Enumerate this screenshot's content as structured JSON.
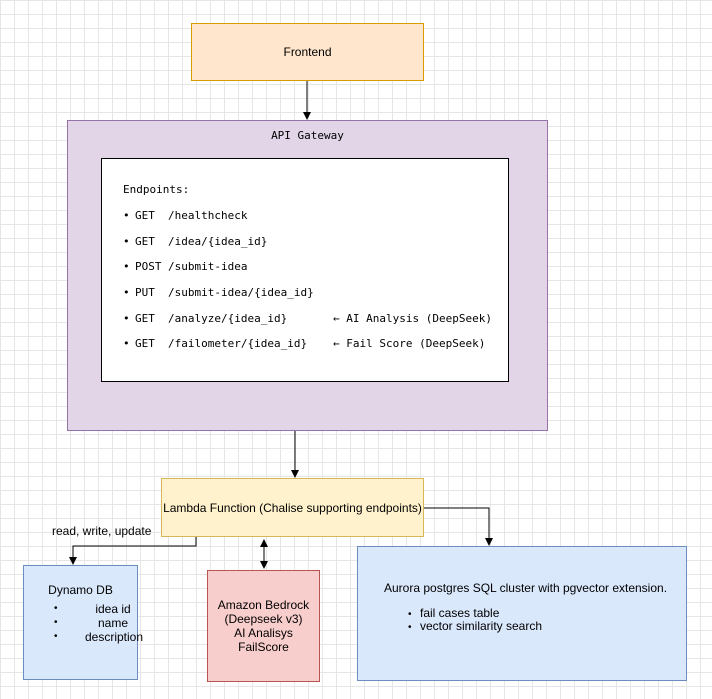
{
  "frontend": {
    "label": "Frontend"
  },
  "api_gateway": {
    "title": "API Gateway",
    "endpoints_header": "Endpoints:",
    "endpoints": [
      {
        "method": "GET",
        "path": "/healthcheck",
        "note": ""
      },
      {
        "method": "GET",
        "path": "/idea/{idea_id}",
        "note": ""
      },
      {
        "method": "POST",
        "path": "/submit-idea",
        "note": ""
      },
      {
        "method": "PUT",
        "path": "/submit-idea/{idea_id}",
        "note": ""
      },
      {
        "method": "GET",
        "path": "/analyze/{idea_id}",
        "note": "← AI Analysis (DeepSeek)"
      },
      {
        "method": "GET",
        "path": "/failometer/{idea_id}",
        "note": "← Fail Score (DeepSeek)"
      }
    ]
  },
  "lambda": {
    "label": "Lambda Function (Chalise supporting endpoints)"
  },
  "edge_label": "read, write, update",
  "dynamo": {
    "title": "Dynamo DB",
    "items": [
      "idea id",
      "name",
      "description"
    ]
  },
  "bedrock": {
    "lines": [
      "Amazon Bedrock",
      "(Deepseek v3)",
      "AI Analisys",
      "FailScore"
    ]
  },
  "aurora": {
    "title": "Aurora postgres SQL cluster with pgvector extension.",
    "items": [
      "fail cases table",
      "vector similarity search"
    ]
  }
}
